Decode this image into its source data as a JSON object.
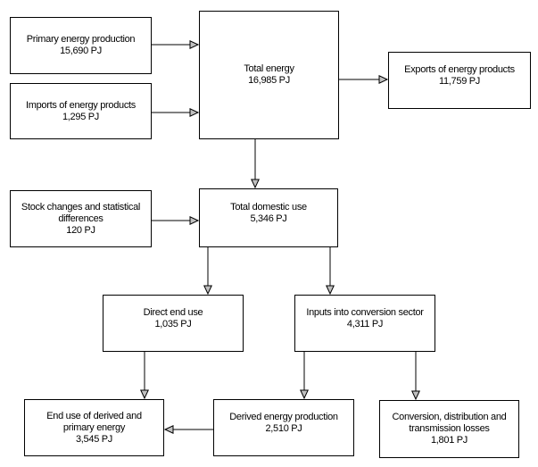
{
  "nodes": {
    "primary_production": {
      "label": "Primary energy production",
      "value": "15,690 PJ"
    },
    "imports": {
      "label": "Imports of energy products",
      "value": "1,295 PJ"
    },
    "total_energy": {
      "label": "Total energy",
      "value": "16,985 PJ"
    },
    "exports": {
      "label": "Exports of energy products",
      "value": "11,759 PJ"
    },
    "stock_changes": {
      "label": "Stock changes and statistical\ndifferences",
      "value": "120 PJ"
    },
    "total_domestic_use": {
      "label": "Total domestic use",
      "value": "5,346 PJ"
    },
    "direct_end_use": {
      "label": "Direct end use",
      "value": "1,035 PJ"
    },
    "inputs_conversion": {
      "label": "Inputs into conversion sector",
      "value": "4,311 PJ"
    },
    "end_use_derived": {
      "label": "End use of derived and\nprimary energy",
      "value": "3,545 PJ"
    },
    "derived_production": {
      "label": "Derived energy production",
      "value": "2,510 PJ"
    },
    "conversion_losses": {
      "label": "Conversion, distribution and\ntransmission losses",
      "value": "1,801 PJ"
    }
  },
  "edges": [
    {
      "from": "primary_production",
      "to": "total_energy"
    },
    {
      "from": "imports",
      "to": "total_energy"
    },
    {
      "from": "total_energy",
      "to": "exports"
    },
    {
      "from": "total_energy",
      "to": "total_domestic_use"
    },
    {
      "from": "stock_changes",
      "to": "total_domestic_use"
    },
    {
      "from": "total_domestic_use",
      "to": "direct_end_use"
    },
    {
      "from": "total_domestic_use",
      "to": "inputs_conversion"
    },
    {
      "from": "direct_end_use",
      "to": "end_use_derived"
    },
    {
      "from": "inputs_conversion",
      "to": "derived_production"
    },
    {
      "from": "inputs_conversion",
      "to": "conversion_losses"
    },
    {
      "from": "derived_production",
      "to": "end_use_derived"
    }
  ],
  "colors": {
    "background": "#ffffff",
    "line": "#000000",
    "arrow_fill": "#c0c0c0",
    "box_border": "#000000",
    "text": "#000000"
  }
}
